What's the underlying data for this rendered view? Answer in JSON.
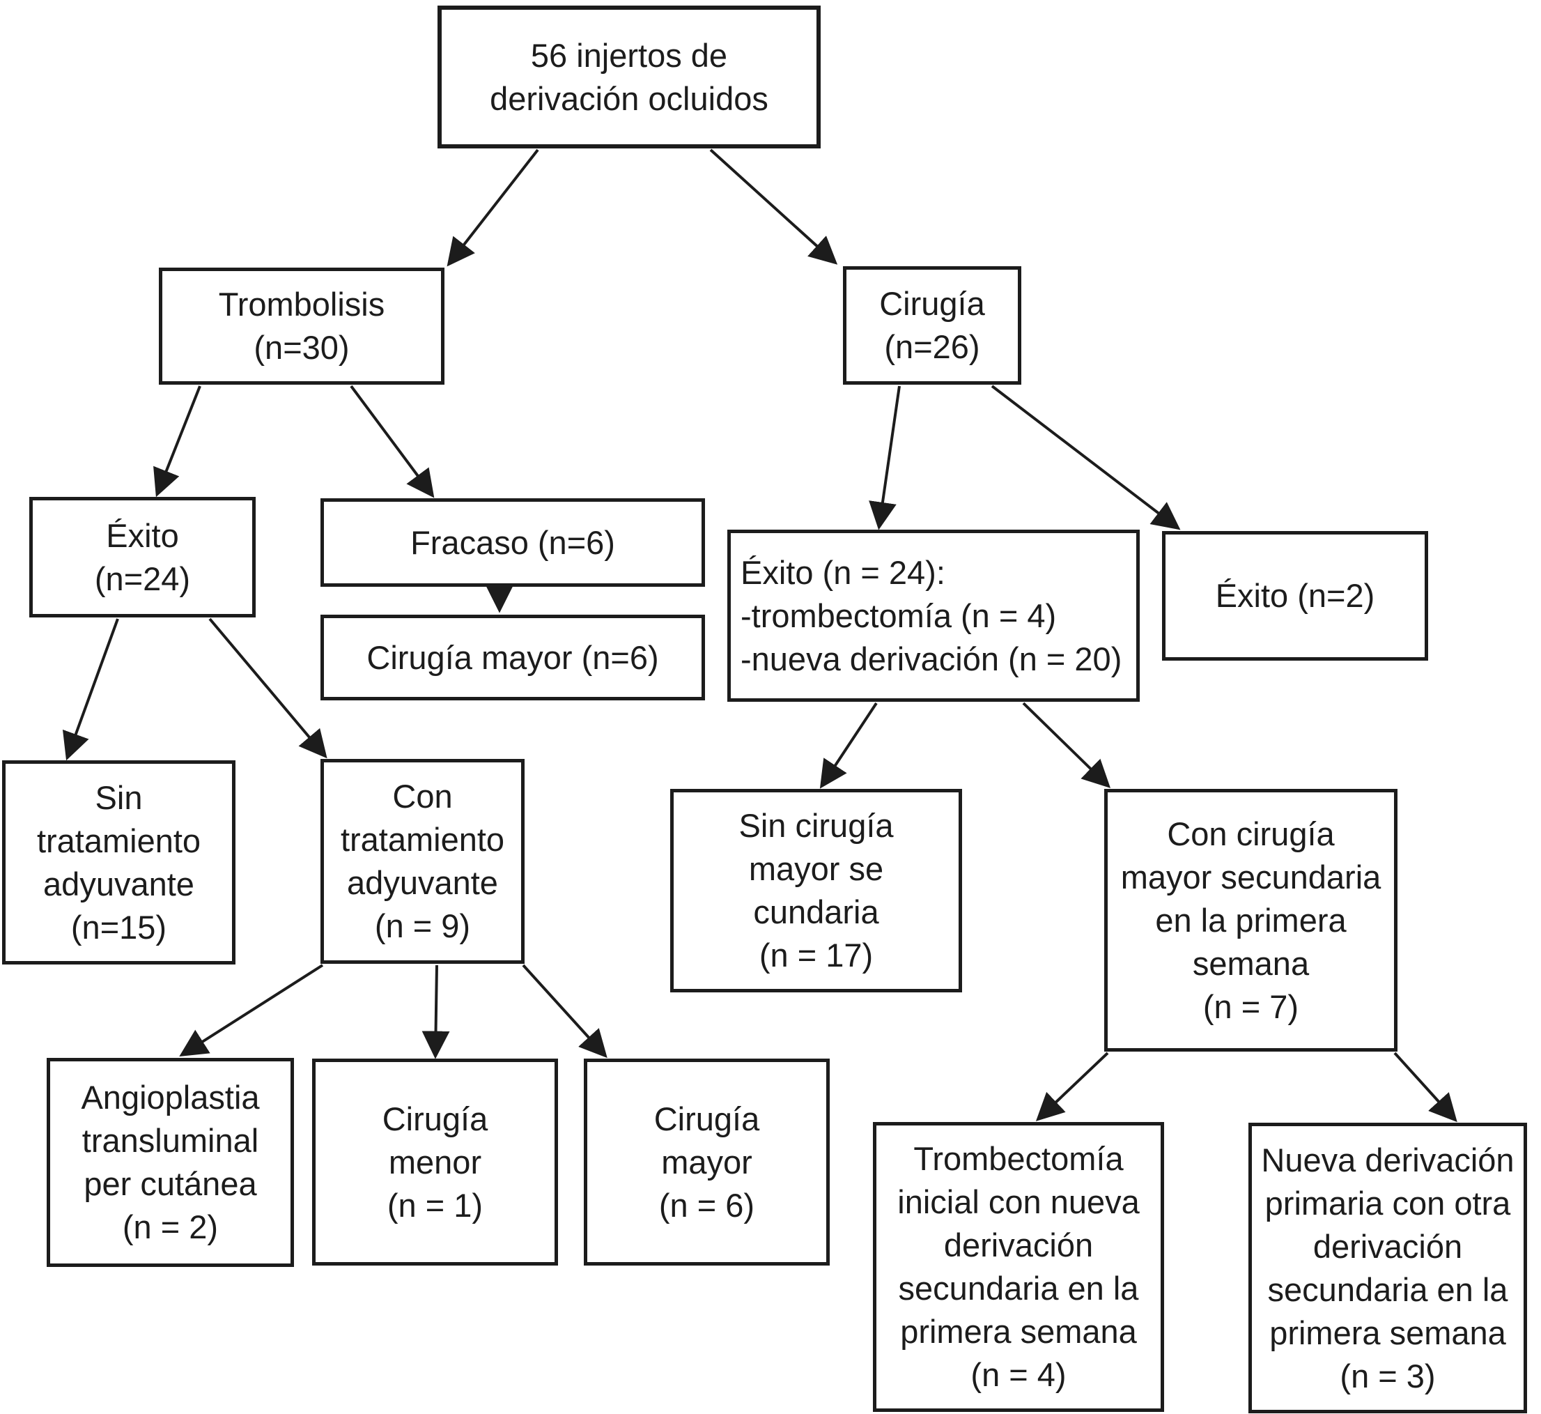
{
  "figure": {
    "kind": "flowchart",
    "language": "es",
    "colors": {
      "background": "#ffffff",
      "line": "#1c1c1c",
      "box_fill": "#ffffff",
      "text": "#1c1c1c"
    }
  },
  "nodes": {
    "root": {
      "label": "56 injertos de\nderivación ocluidos"
    },
    "trombolisis": {
      "label": "Trombolisis\n(n=30)"
    },
    "cirugia": {
      "label": "Cirugía\n(n=26)"
    },
    "exito_trombolisis": {
      "label": "Éxito\n(n=24)"
    },
    "fracaso": {
      "label": "Fracaso (n=6)"
    },
    "cirugia_mayor_tras_fracaso": {
      "label": "Cirugía mayor (n=6)"
    },
    "exito_cirugia": {
      "label": "Éxito (n = 24):\n-trombectomía (n = 4)\n-nueva derivación (n = 20)"
    },
    "exito_directo": {
      "label": "Éxito (n=2)"
    },
    "sin_tratamiento_adyuvante": {
      "label": "Sin\ntratamiento\nadyuvante\n(n=15)"
    },
    "con_tratamiento_adyuvante": {
      "label": "Con\ntratamiento\nadyuvante\n(n = 9)"
    },
    "sin_cirugia_mayor_secundaria": {
      "label": "Sin cirugía\nmayor se\ncundaria\n(n = 17)"
    },
    "con_cirugia_mayor_secundaria": {
      "label": "Con cirugía\nmayor secundaria\nen la primera\nsemana\n(n = 7)"
    },
    "angioplastia_transluminal": {
      "label": "Angioplastia\ntransluminal\nper cutánea\n(n = 2)"
    },
    "cirugia_menor": {
      "label": "Cirugía\nmenor\n(n = 1)"
    },
    "cirugia_mayor_adyuvante": {
      "label": "Cirugía\nmayor\n(n = 6)"
    },
    "trombectomia_inicial": {
      "label": "Trombectomía\ninicial con nueva\nderivación\nsecundaria en la\nprimera semana\n(n = 4)"
    },
    "nueva_derivacion_primaria": {
      "label": "Nueva derivación\nprimaria con otra\nderivación\nsecundaria en la\nprimera semana\n(n = 3)"
    }
  },
  "edges": [
    {
      "from": "root",
      "to": "trombolisis"
    },
    {
      "from": "root",
      "to": "cirugia"
    },
    {
      "from": "trombolisis",
      "to": "exito_trombolisis"
    },
    {
      "from": "trombolisis",
      "to": "fracaso"
    },
    {
      "from": "fracaso",
      "to": "cirugia_mayor_tras_fracaso"
    },
    {
      "from": "exito_trombolisis",
      "to": "sin_tratamiento_adyuvante"
    },
    {
      "from": "exito_trombolisis",
      "to": "con_tratamiento_adyuvante"
    },
    {
      "from": "con_tratamiento_adyuvante",
      "to": "angioplastia_transluminal"
    },
    {
      "from": "con_tratamiento_adyuvante",
      "to": "cirugia_menor"
    },
    {
      "from": "con_tratamiento_adyuvante",
      "to": "cirugia_mayor_adyuvante"
    },
    {
      "from": "cirugia",
      "to": "exito_cirugia"
    },
    {
      "from": "cirugia",
      "to": "exito_directo"
    },
    {
      "from": "exito_cirugia",
      "to": "sin_cirugia_mayor_secundaria"
    },
    {
      "from": "exito_cirugia",
      "to": "con_cirugia_mayor_secundaria"
    },
    {
      "from": "con_cirugia_mayor_secundaria",
      "to": "trombectomia_inicial"
    },
    {
      "from": "con_cirugia_mayor_secundaria",
      "to": "nueva_derivacion_primaria"
    }
  ]
}
